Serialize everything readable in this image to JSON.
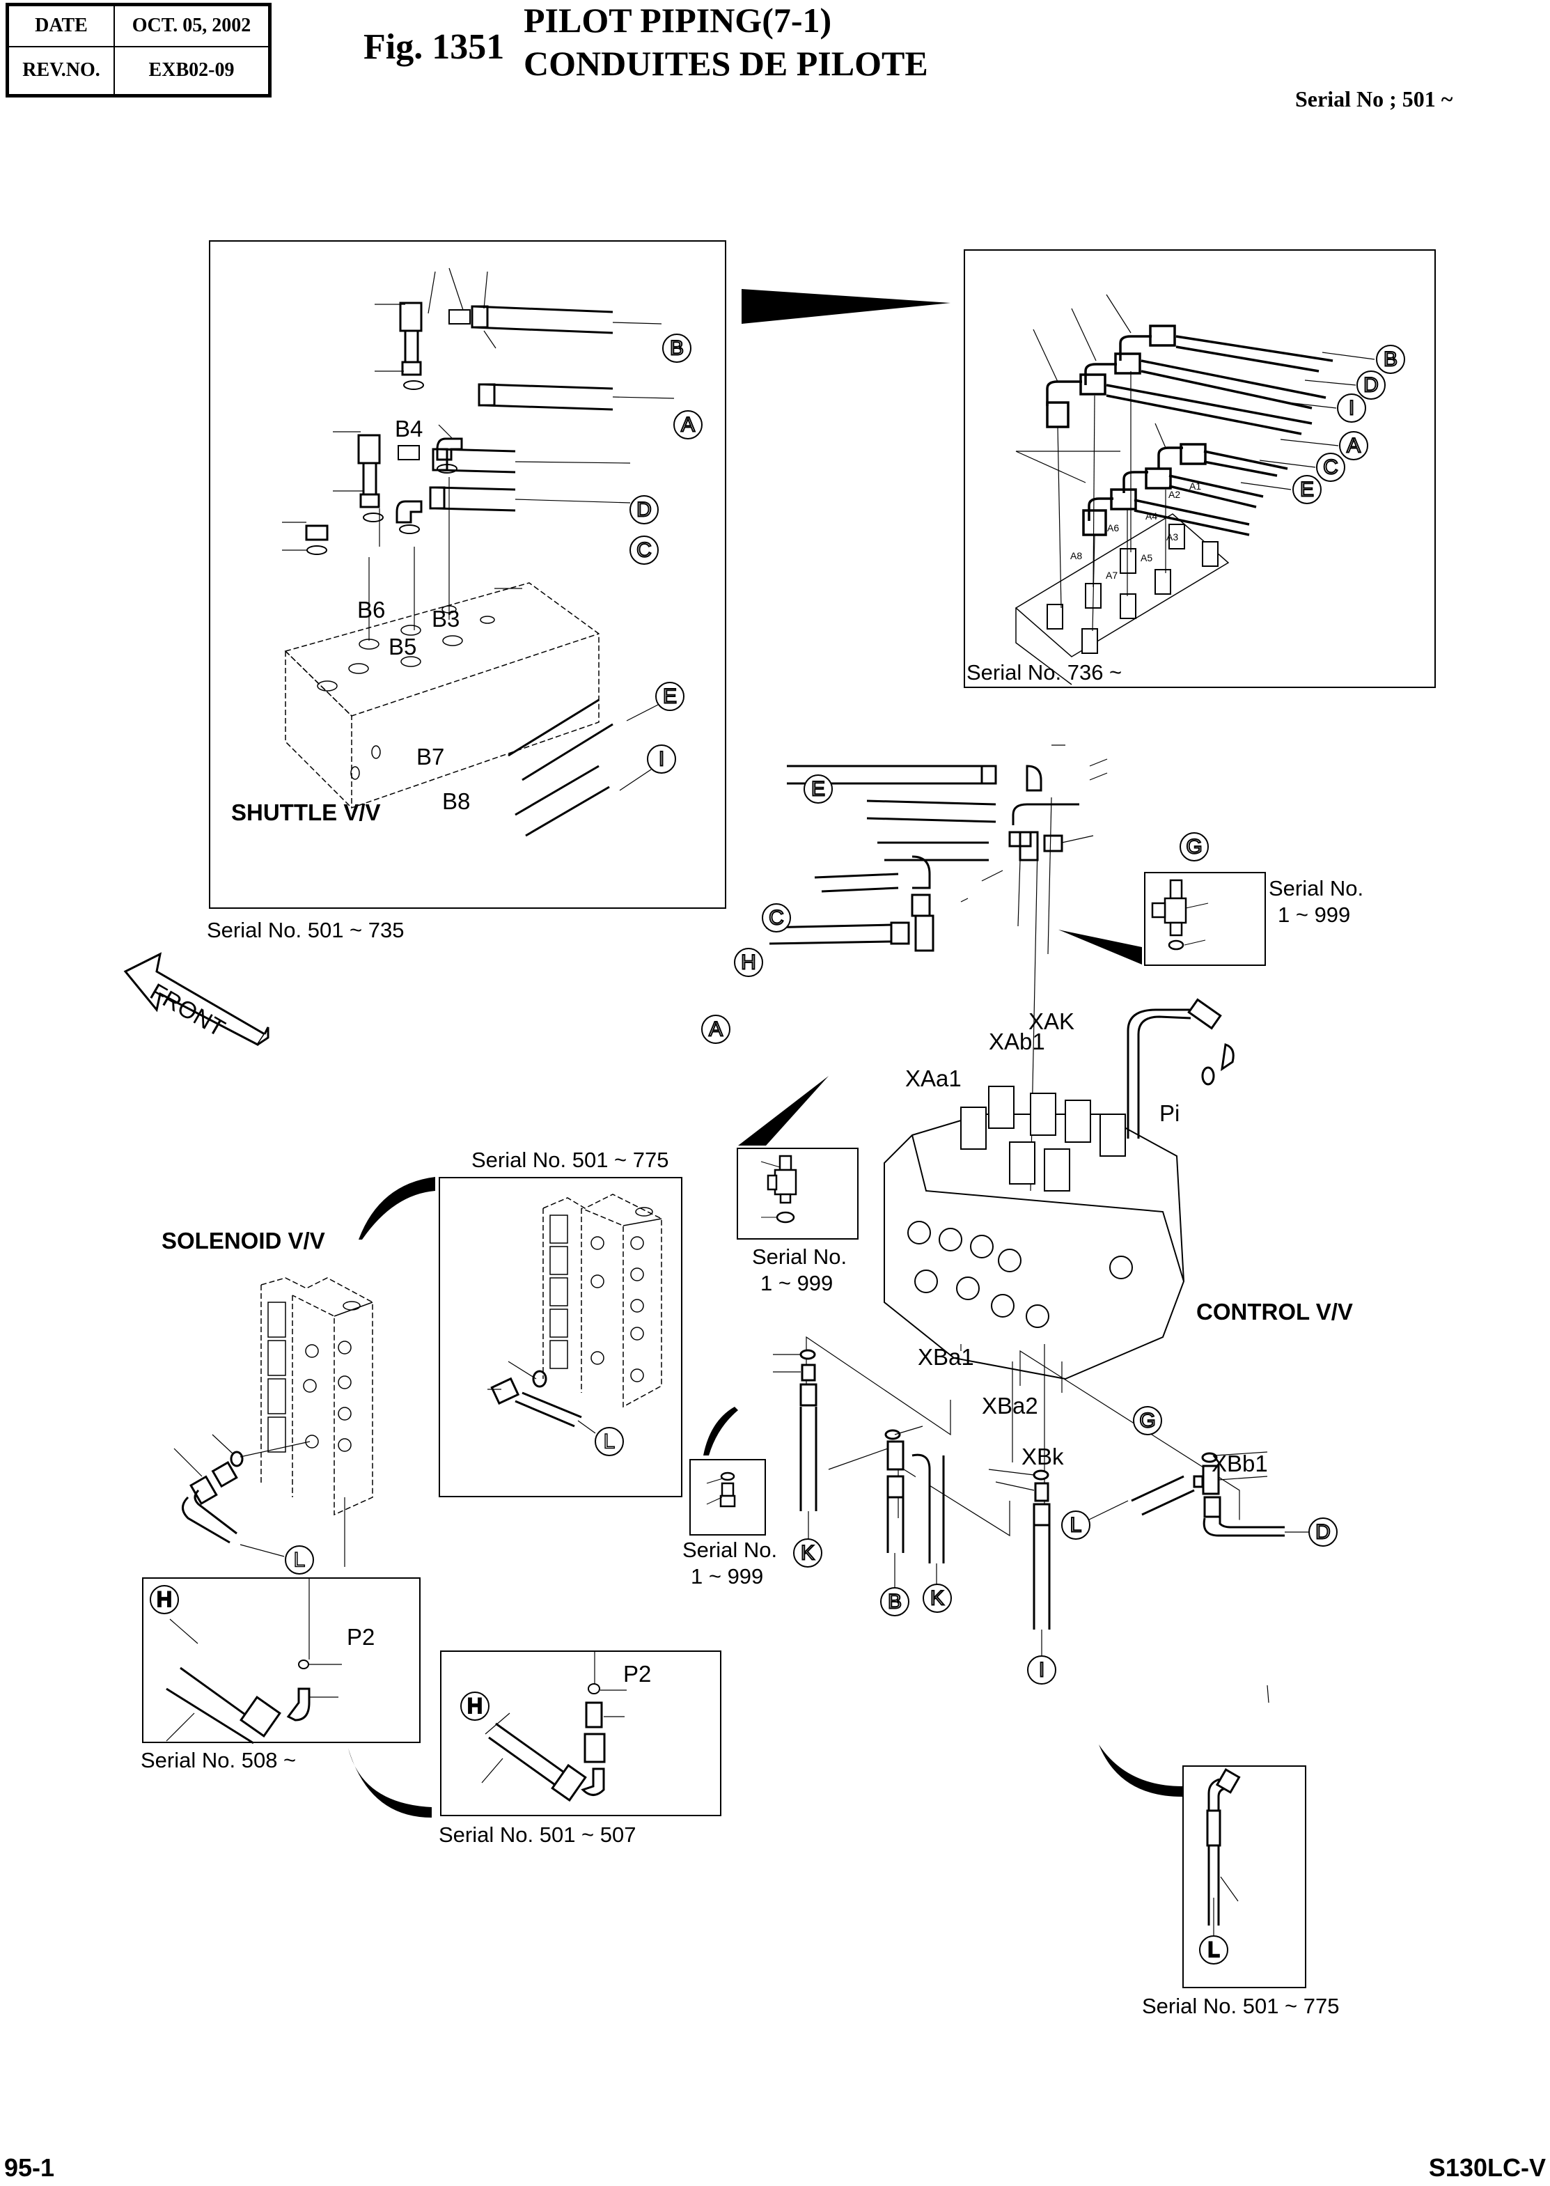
{
  "header": {
    "date_label": "DATE",
    "date_value": "OCT. 05, 2002",
    "rev_label": "REV.NO.",
    "rev_value": "EXB02-09",
    "figure_number": "Fig. 1351",
    "title_en": "PILOT PIPING(7-1)",
    "title_fr": "CONDUITES DE PILOTE",
    "serial_range": "Serial No ; 501 ~"
  },
  "components": {
    "shuttle_valve": "SHUTTLE V/V",
    "control_valve": "CONTROL V/V",
    "solenoid_valve": "SOLENOID V/V",
    "front_arrow": "FRONT"
  },
  "captions": {
    "shuttle_inset": "Serial No. 501 ~ 735",
    "manifold_inset": "Serial No. 736 ~",
    "tee_inset_upper_line1": "Serial No.",
    "tee_inset_upper_line2": "1 ~ 999",
    "tee_inset_mid_line1": "Serial No.",
    "tee_inset_mid_line2": "1 ~ 999",
    "solenoid_inset": "Serial No. 501 ~ 775",
    "tee_inset_lower_line1": "Serial No.",
    "tee_inset_lower_line2": "1 ~ 999",
    "p2_new": "Serial No. 508 ~",
    "p2_old": "Serial No. 501 ~ 507",
    "l_inset": "Serial No. 501 ~ 775"
  },
  "ports": {
    "shuttle": [
      "B4",
      "B6",
      "B5",
      "B3",
      "B7",
      "B8"
    ],
    "manifold": [
      "A1",
      "A2",
      "A3",
      "A4",
      "A5",
      "A6",
      "A7",
      "A8"
    ],
    "control": [
      "XAK",
      "XAb1",
      "XAa1",
      "Pi",
      "XBa1",
      "XBa2",
      "XBk",
      "XBb1"
    ],
    "solenoid": [
      "P2",
      "P2"
    ]
  },
  "callouts": {
    "shuttle": [
      "B",
      "A",
      "D",
      "C",
      "E",
      "I"
    ],
    "manifold": [
      "B",
      "D",
      "I",
      "A",
      "C",
      "E"
    ],
    "control_upper": [
      "E",
      "G",
      "C",
      "H",
      "A"
    ],
    "control_lower": [
      "G",
      "K",
      "K",
      "B",
      "I",
      "L",
      "D",
      "L"
    ],
    "solenoid": [
      "L",
      "L",
      "H",
      "H"
    ]
  },
  "footer": {
    "page": "95-1",
    "model": "S130LC-V"
  }
}
